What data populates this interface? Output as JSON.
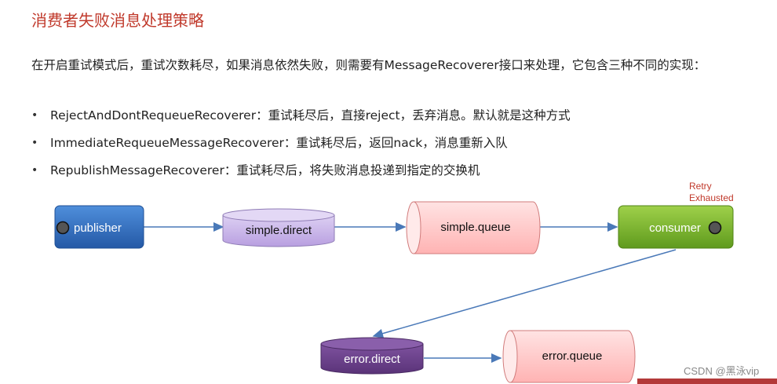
{
  "title": "消费者失败消息处理策略",
  "intro": "在开启重试模式后，重试次数耗尽，如果消息依然失败，则需要有MessageRecoverer接口来处理，它包含三种不同的实现：",
  "bullets": [
    "RejectAndDontRequeueRecoverer：重试耗尽后，直接reject，丢弃消息。默认就是这种方式",
    "ImmediateRequeueMessageRecoverer：重试耗尽后，返回nack，消息重新入队",
    "RepublishMessageRecoverer：重试耗尽后，将失败消息投递到指定的交换机"
  ],
  "diagram": {
    "publisher": "publisher",
    "simple_direct": "simple.direct",
    "simple_queue": "simple.queue",
    "consumer": "consumer",
    "retry_line1": "Retry",
    "retry_line2": "Exhausted",
    "error_direct": "error.direct",
    "error_queue": "error.queue"
  },
  "watermark": "CSDN @黑泳vip",
  "colors": {
    "title": "#c0392b",
    "publisher": "#2f6fbf",
    "exchange": "#c9b6ea",
    "queue": "#ffd0d0",
    "consumer": "#7ab52a",
    "error_exchange": "#6b3f8c",
    "arrow": "#4a79b8",
    "retry_text": "#c0392b"
  }
}
